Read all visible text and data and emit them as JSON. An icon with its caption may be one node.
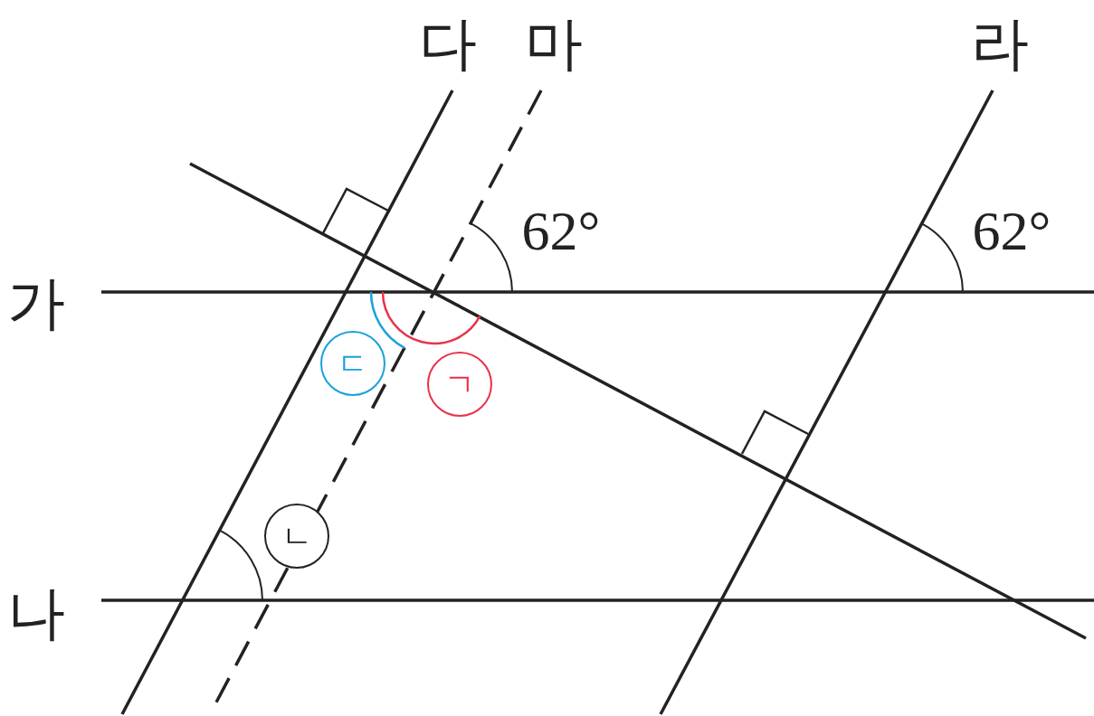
{
  "diagram": {
    "labels": [
      "다",
      "마",
      "라",
      "가",
      "나",
      "62°",
      "62°",
      "ㄱ",
      "ㄴ",
      "ㄷ"
    ]
  }
}
